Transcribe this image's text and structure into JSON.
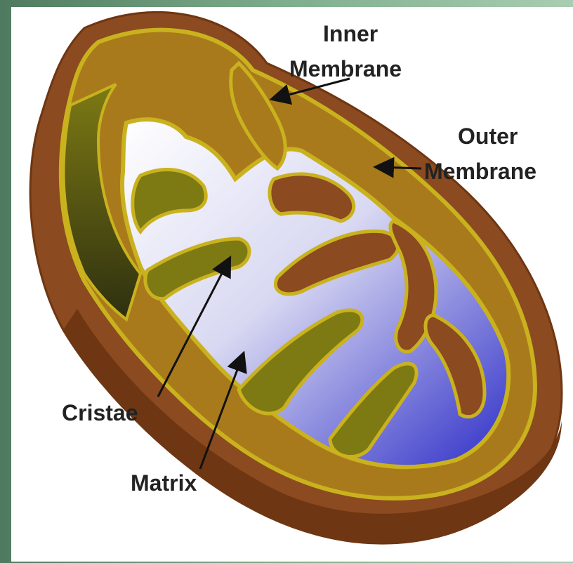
{
  "diagram": {
    "labels": {
      "inner_membrane_line1": "Inner",
      "inner_membrane_line2": "Membrane",
      "outer_membrane_line1": "Outer",
      "outer_membrane_line2": "Membrane",
      "cristae": "Cristae",
      "matrix": "Matrix"
    },
    "colors": {
      "outer_membrane": "#8b4a1f",
      "outer_membrane_dark": "#6e3612",
      "inner_membrane": "#a97a1c",
      "membrane_outline": "#c9b21e",
      "cristae_green": "#7d7a14",
      "cristae_dark": "#2e3010",
      "matrix_light": "#f2f2fb",
      "matrix_blue": "#2f2fc8",
      "arrow": "#111111",
      "background_green": "#7fa98a"
    }
  }
}
